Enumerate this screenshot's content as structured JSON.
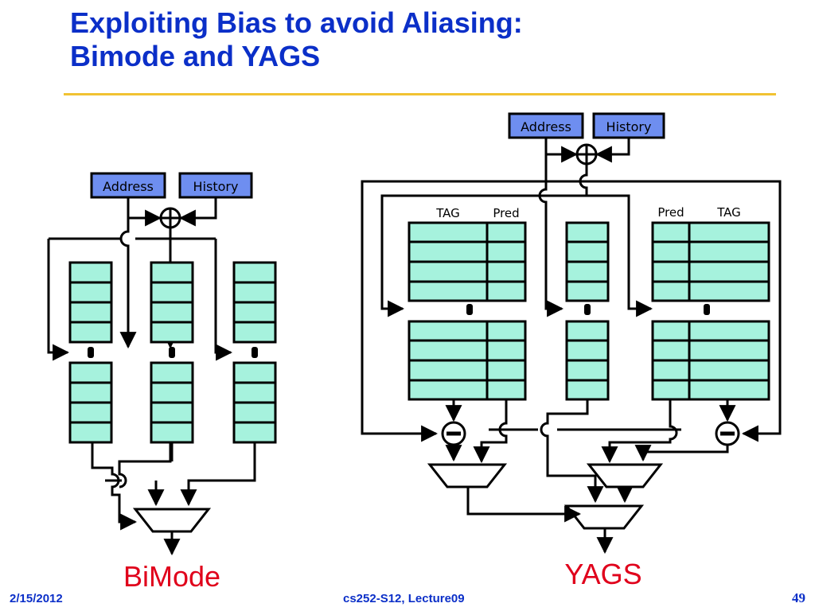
{
  "slide": {
    "title_line1": "Exploiting Bias to avoid Aliasing:",
    "title_line2": "Bimode and YAGS"
  },
  "bimode": {
    "address_label": "Address",
    "history_label": "History",
    "caption": "BiMode"
  },
  "yags": {
    "address_label": "Address",
    "history_label": "History",
    "left_table_headers": [
      "TAG",
      "Pred"
    ],
    "right_table_headers": [
      "Pred",
      "TAG"
    ],
    "caption": "YAGS"
  },
  "footer": {
    "date": "2/15/2012",
    "course": "cs252-S12, Lecture09",
    "page": "49"
  },
  "colors": {
    "title": "#0b2fc8",
    "input_box": "#6e8ef0",
    "table_fill": "#a6f2dd",
    "caption": "#e0001b",
    "rule": "#f1c232"
  }
}
